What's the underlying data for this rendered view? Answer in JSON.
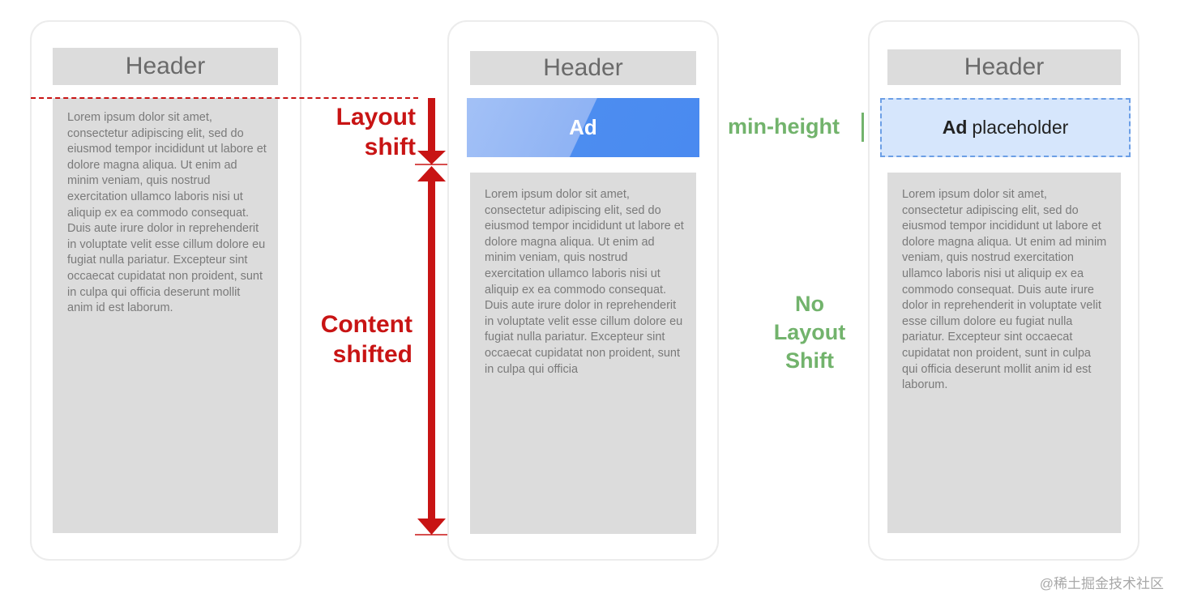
{
  "header_label": "Header",
  "lorem_short": "Lorem ipsum dolor sit amet, consectetur adipiscing elit, sed do eiusmod tempor incididunt ut labore et dolore magna aliqua. Ut enim ad minim veniam, quis nostrud exercitation ullamco laboris nisi ut aliquip ex ea commodo consequat. Duis aute irure dolor in reprehenderit in voluptate velit esse cillum dolore eu fugiat nulla pariatur. Excepteur sint occaecat cupidatat non proident, sunt in culpa qui officia deserunt mollit anim id est laborum.",
  "lorem_cut": "Lorem ipsum dolor sit amet, consectetur adipiscing elit, sed do eiusmod tempor incididunt ut labore et dolore magna aliqua. Ut enim ad minim veniam, quis nostrud exercitation ullamco laboris nisi ut aliquip ex ea commodo consequat. Duis aute irure dolor in reprehenderit in voluptate velit esse cillum dolore eu fugiat nulla pariatur. Excepteur sint occaecat cupidatat non proident, sunt in culpa qui officia",
  "ad_label": "Ad",
  "placeholder": {
    "bold": "Ad",
    "rest": "placeholder"
  },
  "annotations": {
    "layout_shift": [
      "Layout",
      "shift"
    ],
    "content_shifted": [
      "Content",
      "shifted"
    ],
    "min_height": "min-height",
    "no_layout_shift": [
      "No",
      "Layout",
      "Shift"
    ]
  },
  "colors": {
    "red": "#c81414",
    "green": "#72b36c",
    "ad_blue": "#4a8af0",
    "placeholder_fill": "#d6e6fc",
    "placeholder_border": "#6c9fe6",
    "content_gray": "#dcdcdc"
  },
  "watermark": "@稀土掘金技术社区"
}
